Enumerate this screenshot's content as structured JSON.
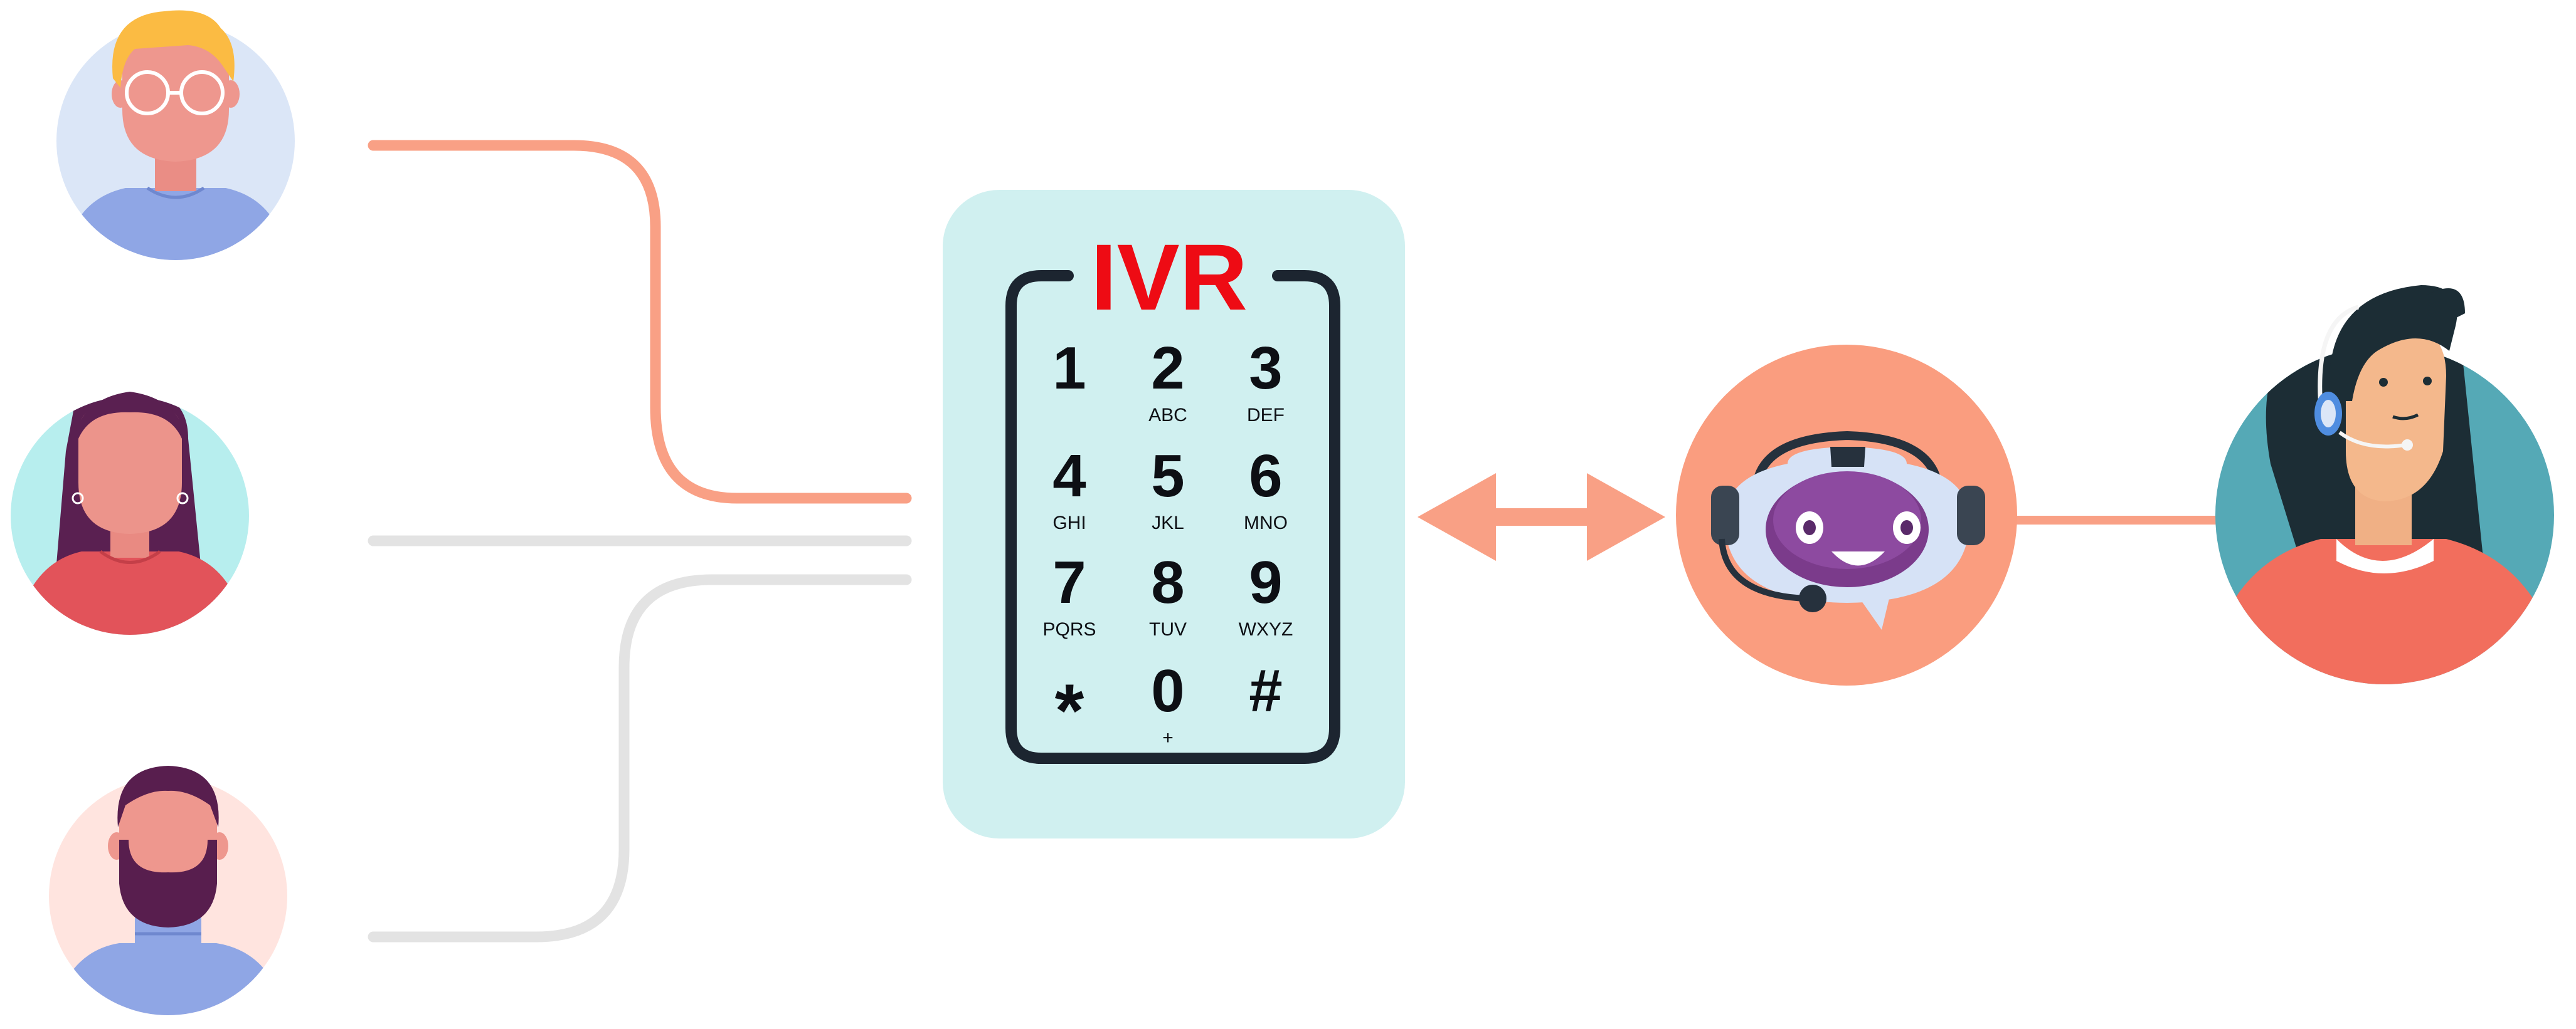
{
  "diagram": {
    "ivr_label": "IVR",
    "keys": [
      {
        "digit": "1",
        "letters": ""
      },
      {
        "digit": "2",
        "letters": "ABC"
      },
      {
        "digit": "3",
        "letters": "DEF"
      },
      {
        "digit": "4",
        "letters": "GHI"
      },
      {
        "digit": "5",
        "letters": "JKL"
      },
      {
        "digit": "6",
        "letters": "MNO"
      },
      {
        "digit": "7",
        "letters": "PQRS"
      },
      {
        "digit": "8",
        "letters": "TUV"
      },
      {
        "digit": "9",
        "letters": "WXYZ"
      },
      {
        "digit": "*",
        "letters": ""
      },
      {
        "digit": "0",
        "letters": "+"
      },
      {
        "digit": "#",
        "letters": ""
      }
    ],
    "nodes": [
      {
        "id": "caller-1",
        "icon": "caller-blond-glasses-avatar"
      },
      {
        "id": "caller-2",
        "icon": "caller-woman-avatar"
      },
      {
        "id": "caller-3",
        "icon": "caller-bearded-man-avatar"
      },
      {
        "id": "ivr",
        "icon": "keypad-icon"
      },
      {
        "id": "bot",
        "icon": "robot-headset-icon"
      },
      {
        "id": "agent",
        "icon": "agent-headset-avatar"
      }
    ],
    "colors": {
      "active_line": "#f9a085",
      "inactive_line": "#e2e2e2",
      "ivr_panel": "#d0f0f0",
      "ivr_title": "#ee0b14",
      "bot_circle": "#fa9d7f",
      "agent_circle": "#55a9b6"
    }
  }
}
